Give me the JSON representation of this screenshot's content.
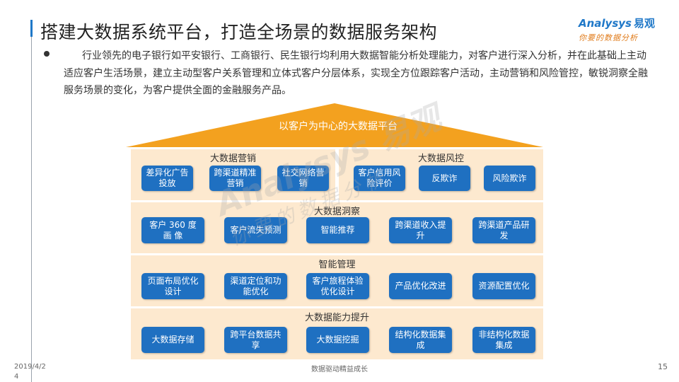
{
  "slide": {
    "title": "搭建大数据系统平台，打造全场景的数据服务架构",
    "logo": {
      "brand": "Analysys",
      "brand_cn": "易观",
      "tagline": "你要的数据分析"
    },
    "paragraph": "行业领先的电子银行如平安银行、工商银行、民生银行均利用大数据智能分析处理能力，对客户进行深入分析，并在此基础上主动适应客户生活场景，建立主动型客户关系管理和立体式客户分层体系，实现全方位跟踪客户活动，主动营销和风险管控，敏锐洞察全融服务场景的变化，为客户提供全面的金融服务产品。"
  },
  "diagram": {
    "roof": "以客户为中心的大数据平台",
    "marketing": {
      "title": "大数据营销",
      "items": [
        "差异化广告投放",
        "跨渠道精准营销",
        "社交网络营销"
      ]
    },
    "risk": {
      "title": "大数据风控",
      "items": [
        "客户信用风险评价",
        "反欺诈",
        "风险欺诈"
      ]
    },
    "insight": {
      "title": "大数据洞察",
      "items": [
        "客户 360 度 画 像",
        "客户流失预测",
        "智能推荐",
        "跨渠道收入提升",
        "跨渠道产品研发"
      ]
    },
    "management": {
      "title": "智能管理",
      "items": [
        "页面布局优化设计",
        "渠道定位和功能优化",
        "客户旅程体验优化设计",
        "产品优化改进",
        "资源配置优化"
      ]
    },
    "capability": {
      "title": "大数据能力提升",
      "items": [
        "大数据存储",
        "跨平台数据共享",
        "大数据挖掘",
        "结构化数据集成",
        "非结构化数据集成"
      ]
    }
  },
  "footer": {
    "date": "2019/4/24",
    "center": "数据驱动精益成长",
    "page": "15"
  },
  "colors": {
    "accent": "#1f78c8",
    "roof": "#f3a11f",
    "band": "#fde9cf",
    "box": "#1f70c1"
  }
}
